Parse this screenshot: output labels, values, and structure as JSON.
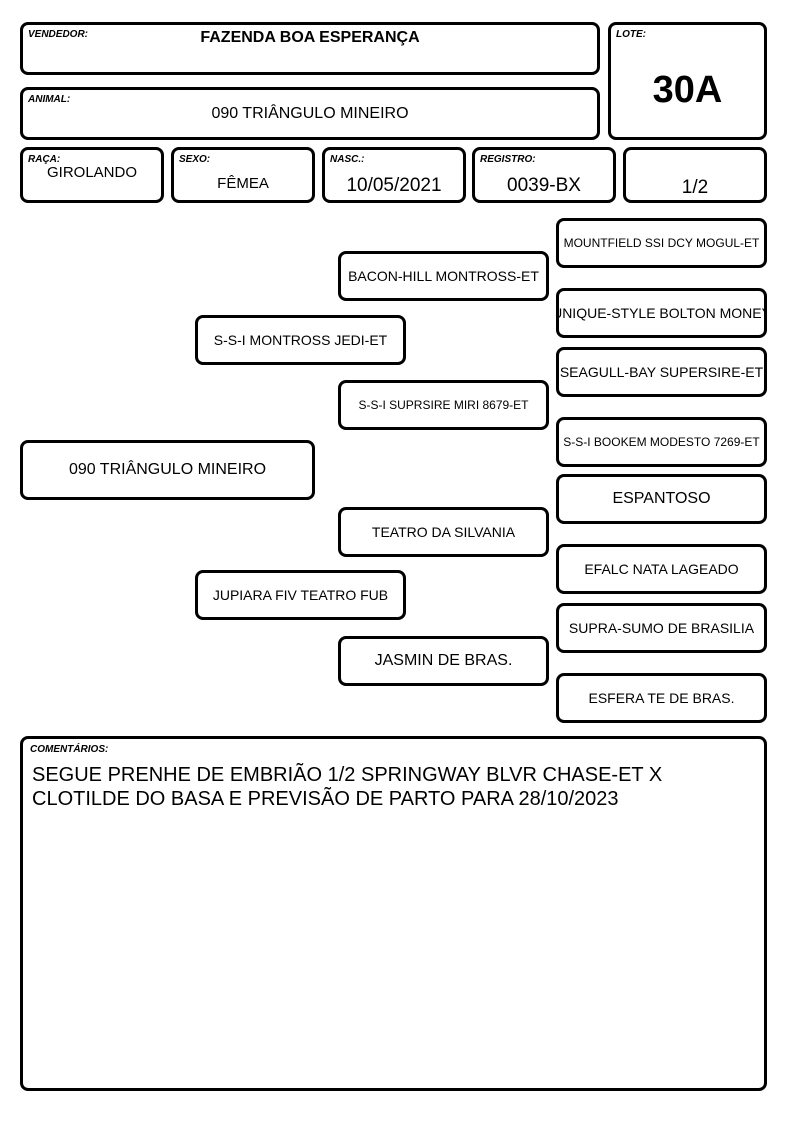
{
  "vendedor": {
    "label": "VENDEDOR:",
    "value": "FAZENDA BOA ESPERANÇA"
  },
  "lote": {
    "label": "LOTE:",
    "value": "30A"
  },
  "animal": {
    "label": "ANIMAL:",
    "value": "090 TRIÂNGULO MINEIRO"
  },
  "raca": {
    "label": "RAÇA:",
    "value": "GIROLANDO"
  },
  "sexo": {
    "label": "SEXO:",
    "value": "FÊMEA"
  },
  "nasc": {
    "label": "NASC.:",
    "value": "10/05/2021"
  },
  "registro": {
    "label": "REGISTRO:",
    "value": "0039-BX"
  },
  "grau": {
    "value": "1/2"
  },
  "pedigree": {
    "animal": "090 TRIÂNGULO MINEIRO",
    "sire": "S-S-I MONTROSS JEDI-ET",
    "dam": "JUPIARA FIV TEATRO FUB",
    "sire_sire": "BACON-HILL MONTROSS-ET",
    "sire_dam": "S-S-I SUPRSIRE MIRI 8679-ET",
    "dam_sire": "TEATRO DA SILVANIA",
    "dam_dam": "JASMIN DE BRAS.",
    "ggp": [
      "MOUNTFIELD SSI DCY MOGUL-ET",
      "UNIQUE-STYLE BOLTON MONEY",
      "SEAGULL-BAY SUPERSIRE-ET",
      "S-S-I BOOKEM MODESTO 7269-ET",
      "ESPANTOSO",
      "EFALC NATA LAGEADO",
      "SUPRA-SUMO DE BRASILIA",
      "ESFERA TE DE BRAS."
    ]
  },
  "comentarios": {
    "label": "COMENTÁRIOS:",
    "text": "SEGUE PRENHE DE EMBRIÃO 1/2 SPRINGWAY BLVR CHASE-ET X CLOTILDE DO BASA E PREVISÃO DE PARTO PARA 28/10/2023"
  }
}
